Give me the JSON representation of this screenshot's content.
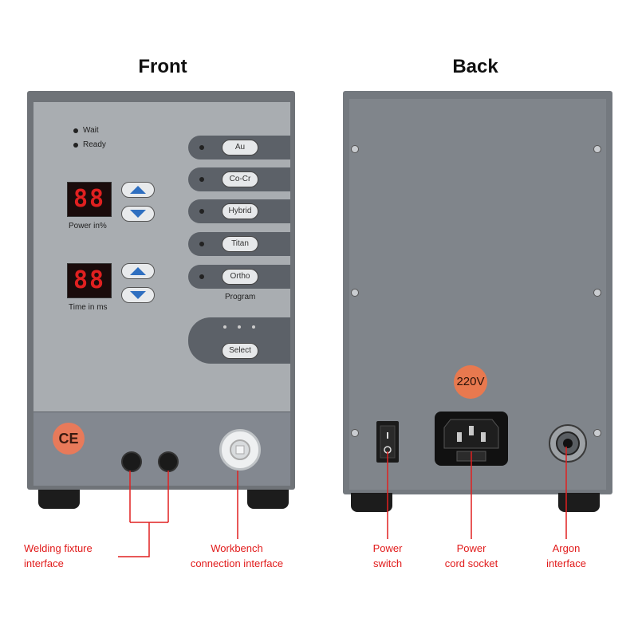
{
  "views": {
    "front_title": "Front",
    "back_title": "Back"
  },
  "front": {
    "indicators": {
      "wait": "Wait",
      "ready": "Ready"
    },
    "power_display": {
      "value": "88",
      "label": "Power  in%"
    },
    "time_display": {
      "value": "88",
      "label": "Time  in  ms"
    },
    "program_buttons": [
      "Au",
      "Co-Cr",
      "Hybrid",
      "Titan",
      "Ortho"
    ],
    "program_label": "Program",
    "select_button": "Select",
    "ce_mark": "CE"
  },
  "back": {
    "voltage_label": "220V"
  },
  "callouts": {
    "welding_fixture": [
      "Welding fixture",
      "interface"
    ],
    "workbench": [
      "Workbench",
      "connection interface"
    ],
    "power_switch": [
      "Power",
      "switch"
    ],
    "power_cord": [
      "Power",
      "cord socket"
    ],
    "argon": [
      "Argon",
      "interface"
    ]
  },
  "colors": {
    "callout_red": "#e11a1a",
    "display_red": "#e02020",
    "badge_orange": "#e8794f"
  },
  "icons": [
    "up-arrow-icon",
    "down-arrow-icon",
    "power-switch-icon",
    "power-cord-socket-icon",
    "argon-connector-icon"
  ]
}
